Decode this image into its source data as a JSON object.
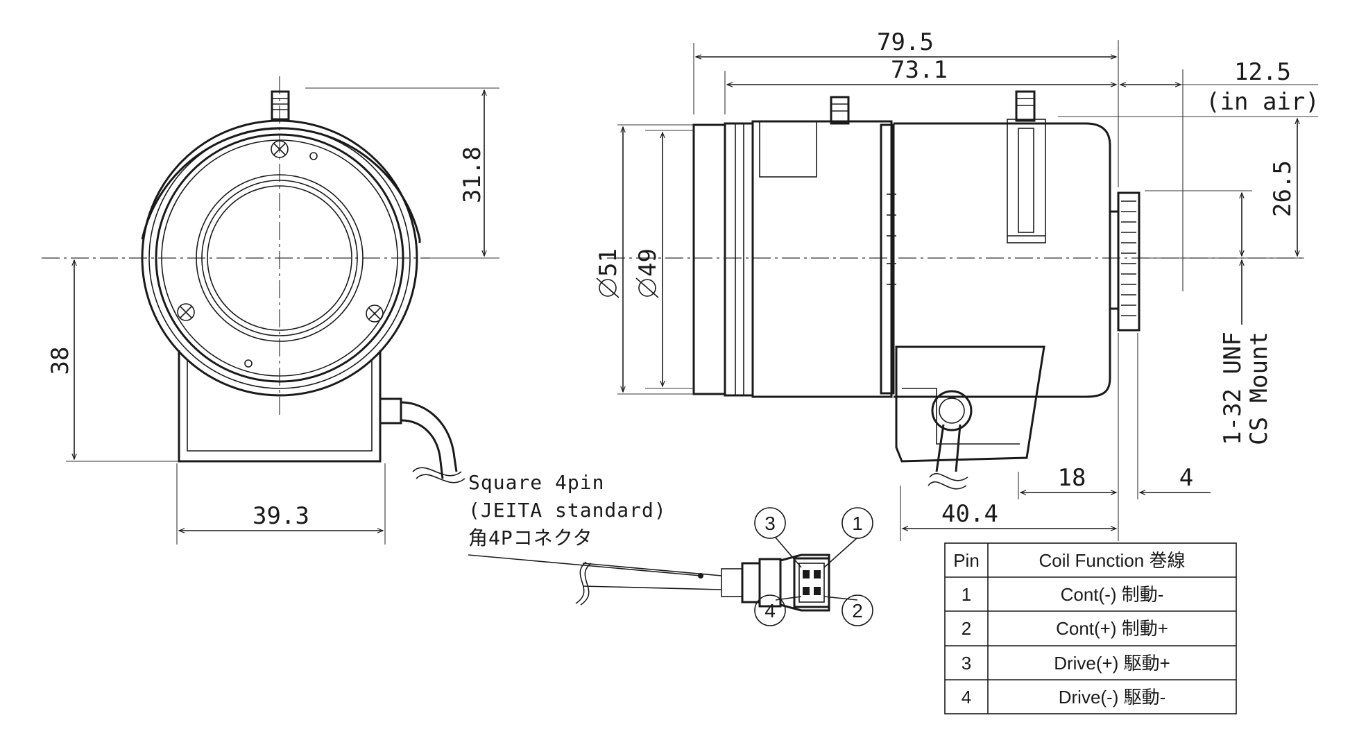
{
  "dimensions": {
    "front_height_top": "31.8",
    "front_height_bottom": "38",
    "front_width": "39.3",
    "overall_length": "79.5",
    "body_length": "73.1",
    "back_focus": "12.5",
    "back_focus_note": "(in air)",
    "mount_height": "26.5",
    "diameter_outer": "51",
    "diameter_inner": "49",
    "mount_thread_line1": "1-32 UNF",
    "mount_thread_line2": "CS Mount",
    "flange_18": "18",
    "flange_4": "4",
    "cable_offset": "40.4"
  },
  "connector": {
    "line1": "Square 4pin",
    "line2": "(JEITA standard)",
    "line3": "角4Pコネクタ",
    "pins": [
      "1",
      "2",
      "3",
      "4"
    ]
  },
  "pin_table": {
    "headers": [
      "Pin",
      "Coil Function 巻線"
    ],
    "rows": [
      [
        "1",
        "Cont(-) 制動-"
      ],
      [
        "2",
        "Cont(+) 制動+"
      ],
      [
        "3",
        "Drive(+) 駆動+"
      ],
      [
        "4",
        "Drive(-) 駆動-"
      ]
    ]
  },
  "colors": {
    "line": "#1a1a1a",
    "background": "#ffffff"
  }
}
